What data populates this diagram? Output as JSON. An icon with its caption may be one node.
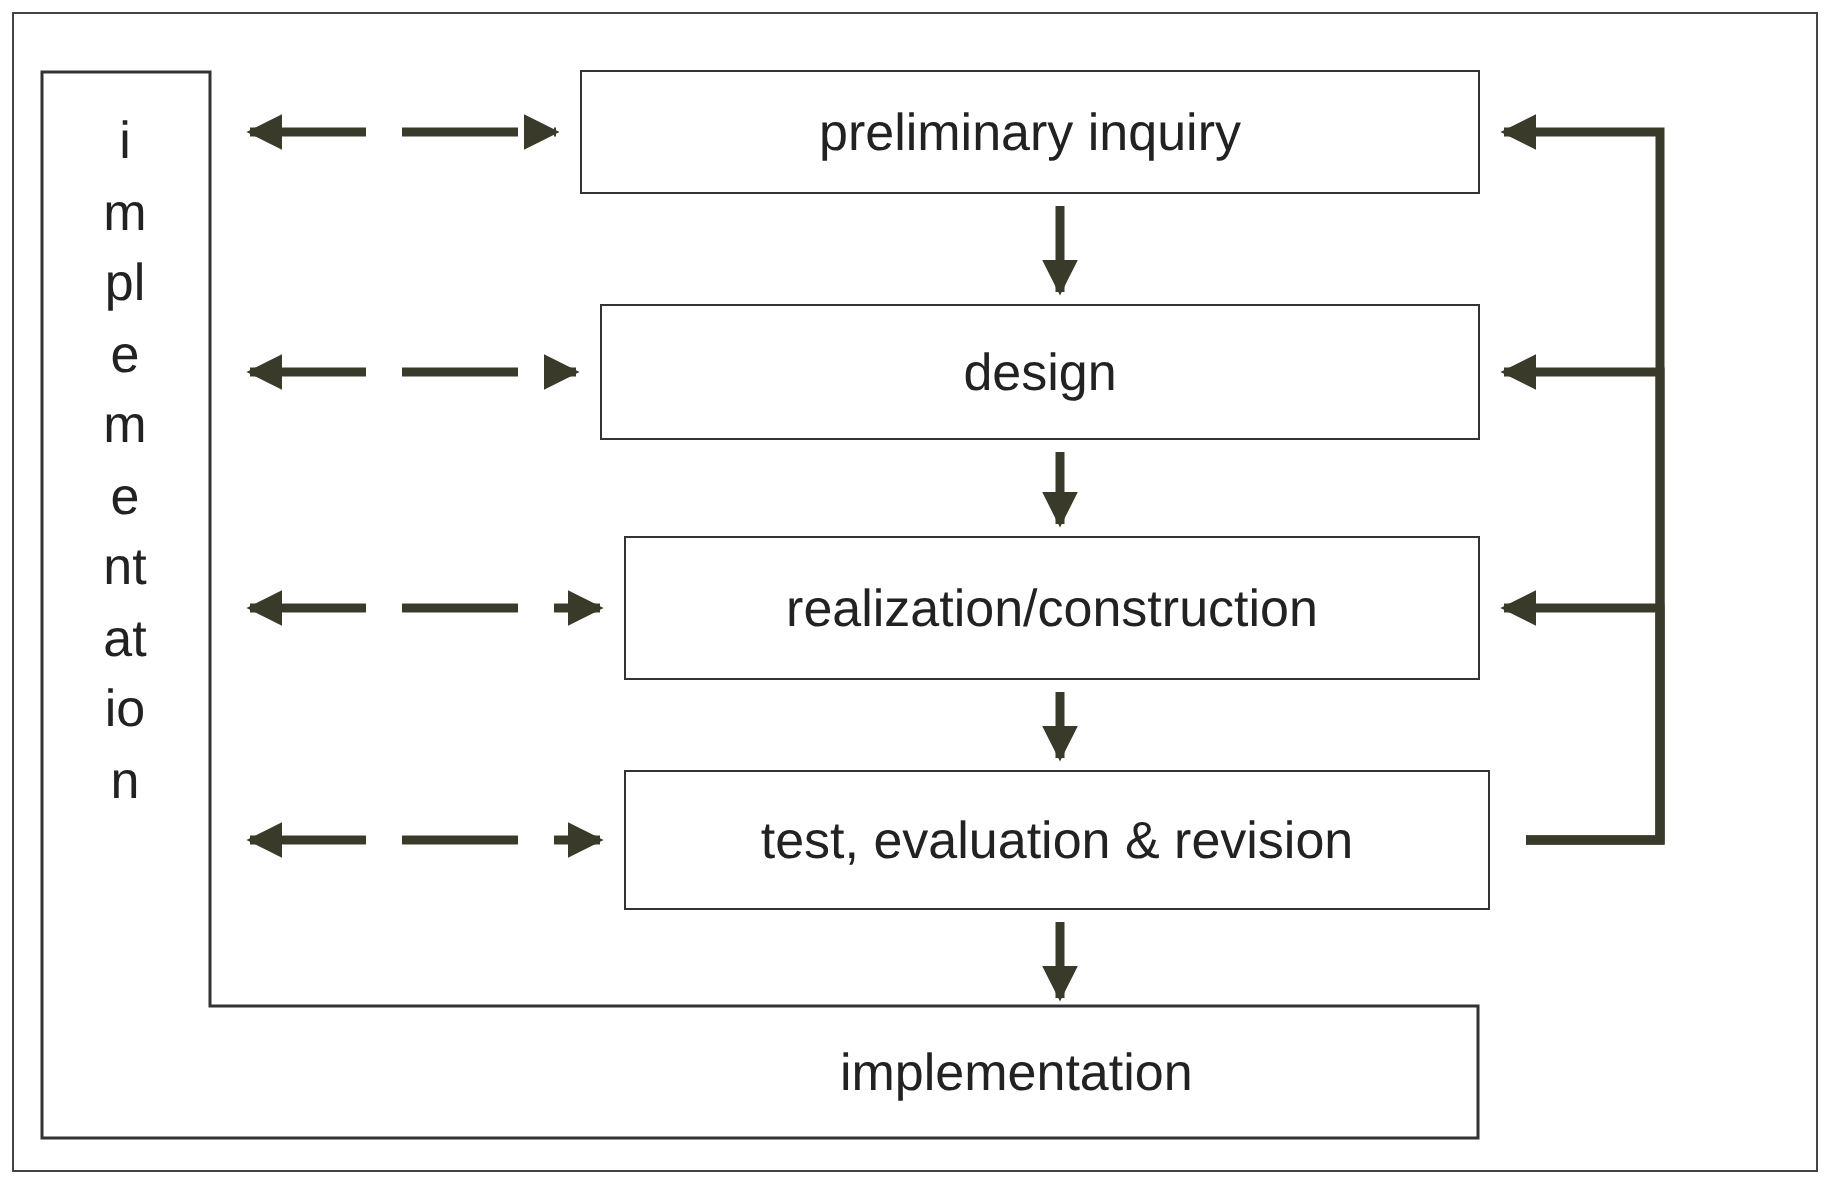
{
  "diagram": {
    "nodes": [
      {
        "text": [
          "implementation",
          "implementation"
        ]
      },
      {
        "text": [
          "preliminary inquiry"
        ]
      },
      {
        "text": [
          "design"
        ]
      },
      {
        "text": [
          "realization/construction"
        ]
      },
      {
        "text": [
          "test, evaluation & revision"
        ]
      }
    ],
    "edges": [
      {
        "from": 1,
        "to": 2,
        "arrow": "to"
      },
      {
        "from": 2,
        "to": 3,
        "arrow": "to"
      },
      {
        "from": 3,
        "to": 4,
        "arrow": "to"
      },
      {
        "from": 4,
        "to": 0,
        "arrow": "to"
      },
      {
        "from": 0,
        "to": 1,
        "arrow": "both",
        "style": "dashed"
      },
      {
        "from": 0,
        "to": 2,
        "arrow": "both",
        "style": "dashed"
      },
      {
        "from": 0,
        "to": 3,
        "arrow": "both",
        "style": "dashed"
      },
      {
        "from": 0,
        "to": 4,
        "arrow": "both",
        "style": "dashed"
      },
      {
        "from": 4,
        "to": 1,
        "arrow": "to"
      },
      {
        "from": 4,
        "to": 2,
        "arrow": "to"
      },
      {
        "from": 4,
        "to": 3,
        "arrow": "to"
      }
    ]
  }
}
